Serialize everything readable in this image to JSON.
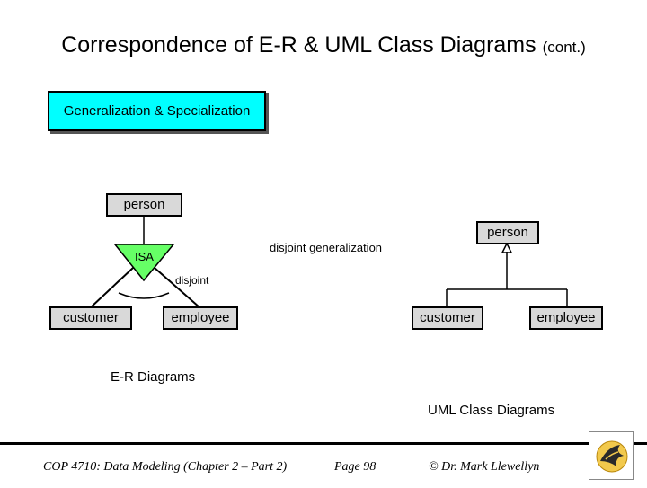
{
  "title": {
    "main": "Correspondence of E-R & UML Class Diagrams",
    "suffix": "(cont.)"
  },
  "section_label": "Generalization & Specialization",
  "er": {
    "supertype": "person",
    "isa": "ISA",
    "constraint": "disjoint",
    "subtypes": [
      "customer",
      "employee"
    ],
    "caption": "E-R Diagrams"
  },
  "uml": {
    "superclass": "person",
    "generalization_label": "disjoint generalization",
    "subclasses": [
      "customer",
      "employee"
    ],
    "caption": "UML Class Diagrams"
  },
  "footer": {
    "course": "COP 4710: Data Modeling (Chapter 2 – Part 2)",
    "page": "Page 98",
    "author": "© Dr. Mark Llewellyn"
  },
  "colors": {
    "section_box": "#00ffff",
    "isa_triangle": "#66ff66",
    "entity_fill": "#d9d9d9"
  },
  "icons": {
    "logo": "ucf-pegasus-logo"
  }
}
